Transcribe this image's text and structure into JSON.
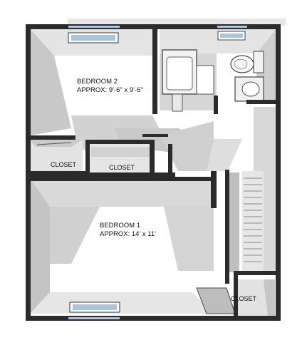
{
  "rooms": {
    "bedroom2": {
      "name": "BEDROOM 2",
      "dims": "APPROX: 9'-6\" x 9'-6\""
    },
    "bedroom1": {
      "name": "BEDROOM 1",
      "dims": "APPROX: 14' x 11'"
    }
  },
  "closets": {
    "left": "CLOSET",
    "middle": "CLOSET",
    "bottom_right": "CLOSET"
  },
  "colors": {
    "wall": "#2b2b2b",
    "floor": "#ffffff",
    "wall_face_light": "#dcdcdc",
    "wall_face_mid": "#bdbdbd",
    "shadow": "#cfcfcf",
    "window": "#a9c4dc"
  },
  "fixtures": [
    "skylight-window",
    "bathtub",
    "toilet",
    "sink",
    "staircase",
    "door"
  ]
}
